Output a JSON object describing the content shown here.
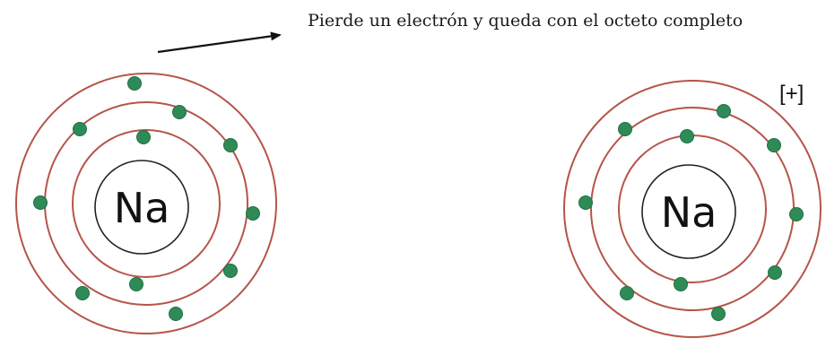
{
  "caption": "Pierde un electrón y queda con el octeto completo",
  "atoms": [
    {
      "symbol": "Na",
      "charge": "",
      "electrons_per_shell": [
        2,
        8,
        1
      ]
    },
    {
      "symbol": "Na",
      "charge": "[+]",
      "electrons_per_shell": [
        2,
        8
      ]
    }
  ],
  "colors": {
    "shell": "#b5554a",
    "electron": "#2e8b57",
    "nucleus": "#222222",
    "arrow": "#111111"
  }
}
